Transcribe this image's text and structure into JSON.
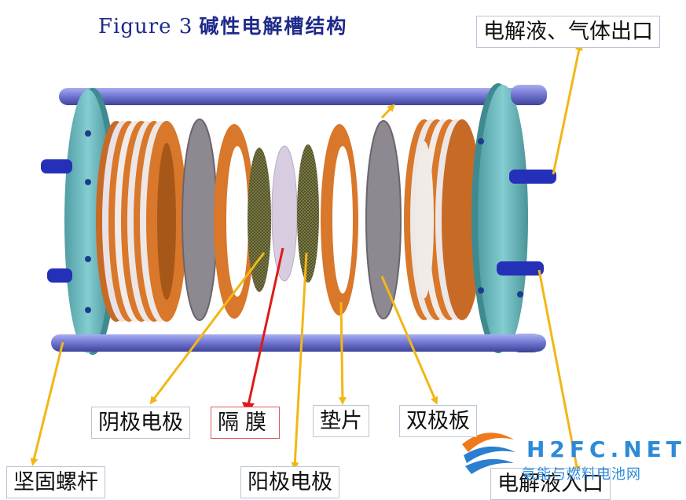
{
  "figure": {
    "title": "Figure 3",
    "title_cn": "碱性电解槽结构"
  },
  "labels": {
    "outlet": "电解液、气体出口",
    "cathode": "阴极电极",
    "diaphragm": "隔膜",
    "gasket": "垫片",
    "bipolar_plate": "双极板",
    "tie_rod": "坚固螺杆",
    "anode": "阳极电极",
    "inlet": "电解液入口"
  },
  "watermark": {
    "logo": "H2FC.NET",
    "sub": "氢能与燃料电池网"
  },
  "colors": {
    "rod": "#7a7fd6",
    "end_plate": "#6fb9be",
    "copper": "#d9772b",
    "electrode_grey": "#8e8890",
    "mesh": "#6a6a3a",
    "diaphragm": "#d8cde0",
    "arrow_yellow": "#f2b714",
    "arrow_red": "#e01a1a",
    "label_border": "#b9c6d6",
    "title_blue": "#1f2a8a"
  }
}
